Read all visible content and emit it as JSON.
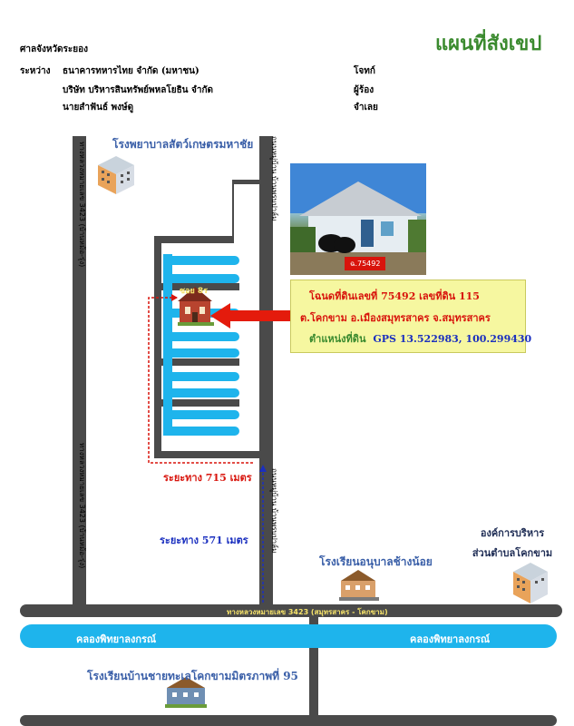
{
  "header": {
    "title": "แผนที่สังเขป",
    "court": "ศาลจังหวัดระยอง",
    "between_label": "ระหว่าง",
    "parties": [
      {
        "name": "ธนาคารทหารไทย จำกัด (มหาชน)",
        "role": "โจทก์"
      },
      {
        "name": "บริษัท บริหารสินทรัพย์พหลโยธิน จำกัด",
        "role": "ผู้ร้อง"
      },
      {
        "name": "นายสำฟันธ์ พงษ์ดู",
        "role": "จำเลย"
      }
    ]
  },
  "roads": {
    "left_vertical_upper": "ทางหลวงหมายเลข 3423 (บ้านหม้อ-รุ่ง)",
    "left_vertical_lower": "ทางหลวงหมายเลข 3423 (บ้านหม้อ-รุ่ง)",
    "right_vertical_upper": "ถนนหมู่บ้าน บ้านพรบปาล์ม",
    "right_vertical_lower": "ถนนหมู่บ้าน บ้านพรบปาล์ม",
    "main_horizontal": "ทางหลวงหมายเลข 3423 (สมุทรสาคร - โคกขาม)",
    "soi": "ซอย 8ร"
  },
  "places": {
    "hospital": "โรงพยาบาลสัตว์เกษตรมหาชัย",
    "kindergarten": "โรงเรียนอนุบาลช้างน้อย",
    "tambon_org_line1": "องค์การบริหาร",
    "tambon_org_line2": "ส่วนตำบลโคกขาม",
    "school": "โรงเรียนบ้านชายทะเลโคกขามมิตรภาพที่ 95"
  },
  "canal": {
    "left": "คลองพิทยาลงกรณ์",
    "right": "คลองพิทยาลงกรณ์"
  },
  "distances": {
    "red": "ระยะทาง 715 เมตร",
    "blue": "ระยะทาง 571 เมตร"
  },
  "photo_tag": "ฉ.75492",
  "info": {
    "line1": "โฉนดที่ดินเลขที่  75492  เลขที่ดิน  115",
    "line2": "ต.โคกขาม อ.เมืองสมุทรสาคร จ.สมุทรสาคร",
    "line3_label": "ตำแหน่งที่ดิน",
    "line3_gps": "GPS 13.522983, 100.299430"
  },
  "colors": {
    "road": "#4a4a4a",
    "soi_branch": "#1eb4ec",
    "canal": "#1eb4ec",
    "title": "#3a8a2e",
    "info_bg": "#f6f7a0",
    "red_text": "#d8140c",
    "green_text": "#3a8a2e",
    "blue_text": "#1a2fbf",
    "pointer_arrow": "#e41b0c"
  }
}
